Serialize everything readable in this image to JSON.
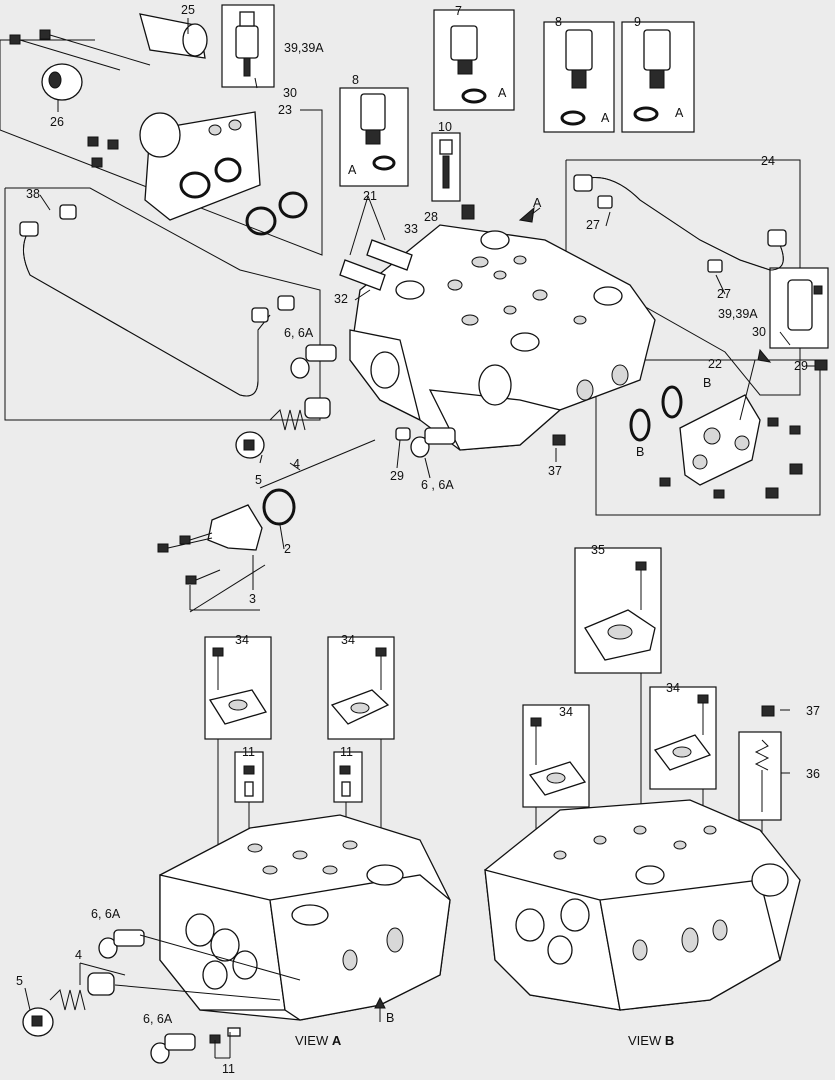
{
  "callouts": {
    "c25": "25",
    "c39a": "39,39A",
    "c30a": "30",
    "c26": "26",
    "c23": "23",
    "c8a": "8",
    "c8b": "8",
    "c7": "7",
    "c9": "9",
    "c10": "10",
    "c21": "21",
    "c28": "28",
    "c33": "33",
    "c32": "32",
    "c24": "24",
    "c27a": "27",
    "c27b": "27",
    "c38": "38",
    "c39b": "39,39A",
    "c30b": "30",
    "c29a": "29",
    "c22": "22",
    "c6a": "6, 6A",
    "c6b": "6 , 6A",
    "c4": "4",
    "c5": "5",
    "c29b": "29",
    "c37a": "37",
    "c2": "2",
    "c3": "3",
    "c35": "35",
    "c34a": "34",
    "c34b": "34",
    "c34c": "34",
    "c34d": "34",
    "c11a": "11",
    "c11b": "11",
    "c37b": "37",
    "c36": "36",
    "c6c": "6, 6A",
    "c4b": "4",
    "c5b": "5",
    "c6d": "6, 6A",
    "c11c": "11"
  },
  "refs": {
    "A1": "A",
    "A2": "A",
    "A3": "A",
    "A4": "A",
    "A5": "A",
    "B1": "B",
    "B2": "B",
    "B3": "B"
  },
  "views": {
    "view_a": "VIEW",
    "view_a_letter": "A",
    "view_b": "VIEW",
    "view_b_letter": "B"
  }
}
